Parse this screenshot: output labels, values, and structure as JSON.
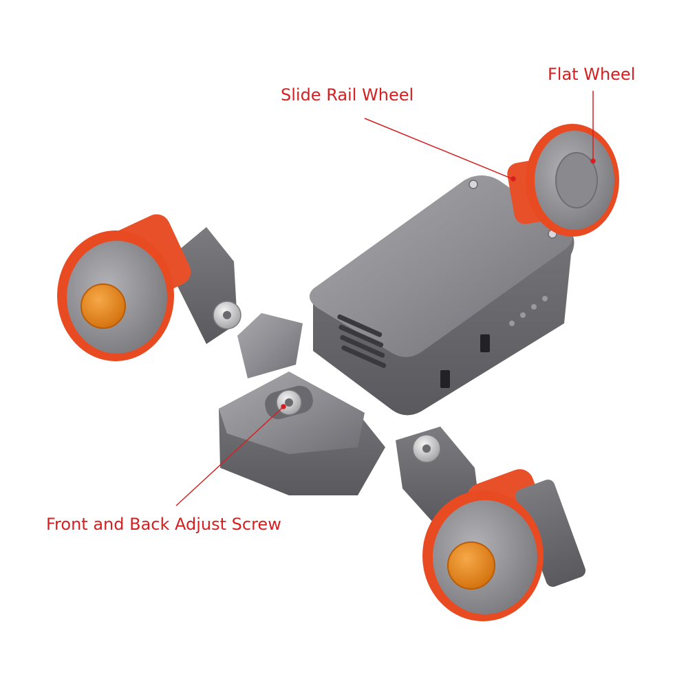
{
  "labels": {
    "flat_wheel": "Flat Wheel",
    "slide_rail_wheel": "Slide Rail Wheel",
    "adjust_screw": "Front and Back Adjust Screw"
  },
  "colors": {
    "label_text": "#d42020",
    "leader_line": "#d42020",
    "body_metal": "#8c8c90",
    "wheel_rubber": "#f0542a",
    "knob_orange": "#f08a1c"
  }
}
